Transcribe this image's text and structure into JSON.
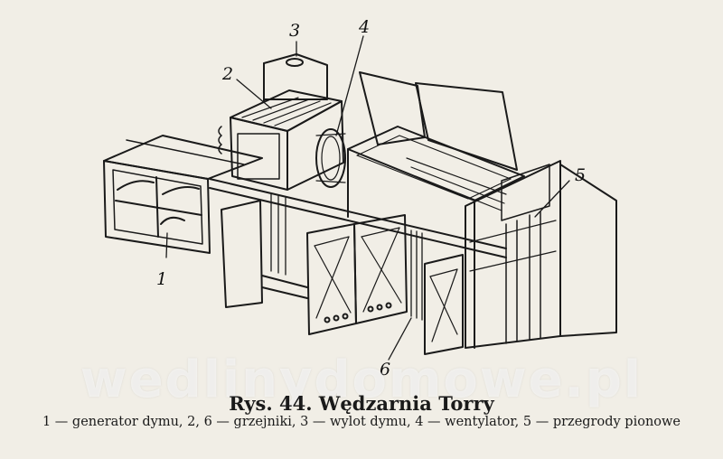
{
  "figure": {
    "callouts": [
      "1",
      "2",
      "3",
      "4",
      "5",
      "6"
    ],
    "watermark": "wedlinydomowe.pl",
    "ink_color": "#1a1a1a",
    "paper_color": "#f1eee6"
  },
  "caption": {
    "title": "Rys. 44. Wędzarnia Torry",
    "legend": "1 — generator dymu, 2, 6 — grzejniki, 3 — wylot dymu, 4 — wentylator, 5 — przegrody pionowe"
  }
}
